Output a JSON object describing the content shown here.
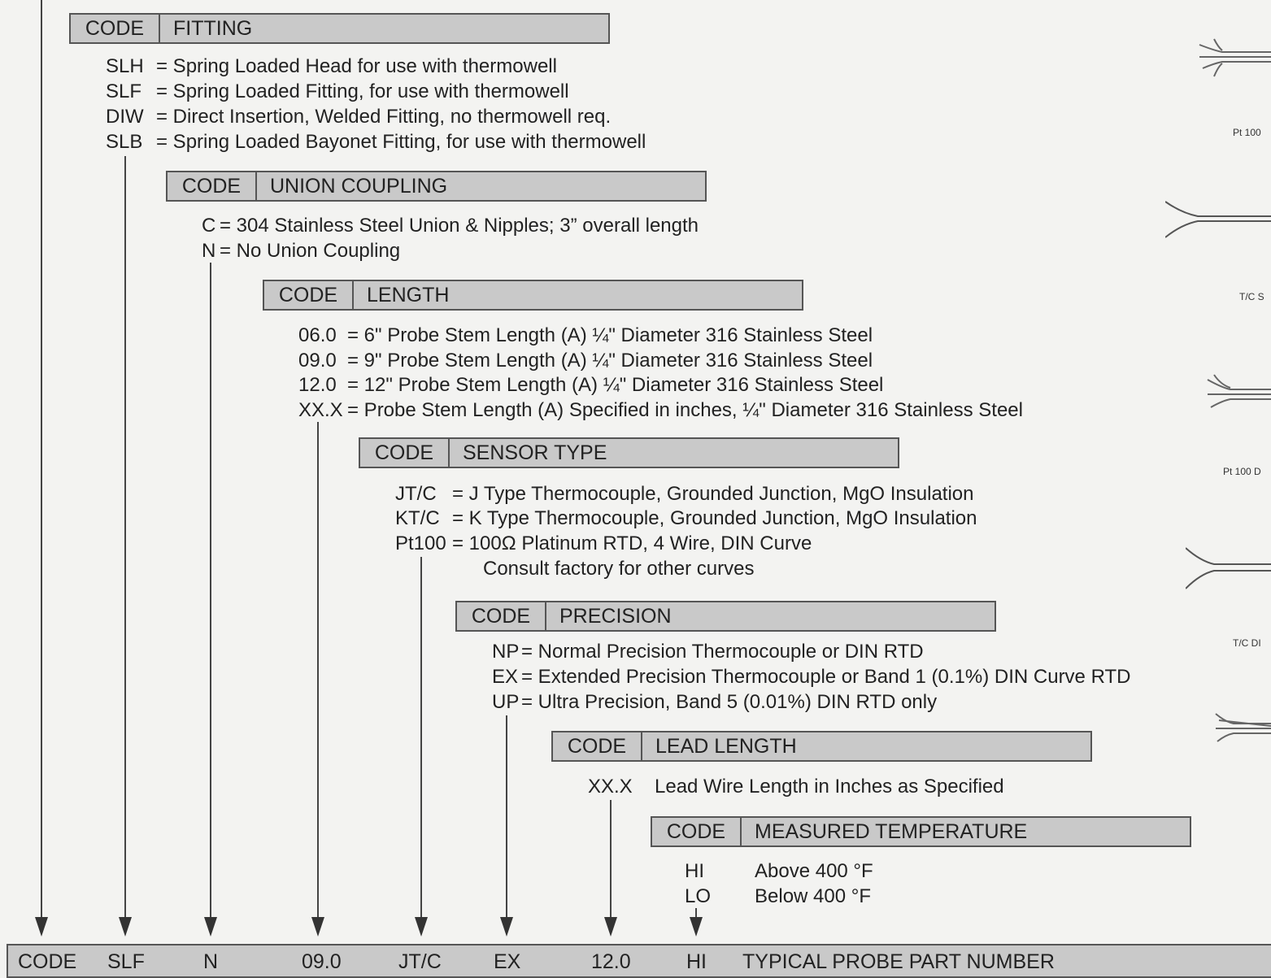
{
  "fitting": {
    "code_label": "CODE",
    "title": "FITTING",
    "options": [
      {
        "code": "SLH",
        "desc": "= Spring Loaded Head for use with thermowell"
      },
      {
        "code": "SLF",
        "desc": "= Spring Loaded Fitting, for use with thermowell"
      },
      {
        "code": "DIW",
        "desc": "= Direct Insertion, Welded Fitting, no thermowell req."
      },
      {
        "code": "SLB",
        "desc": "= Spring Loaded Bayonet Fitting, for use with thermowell"
      }
    ]
  },
  "union": {
    "code_label": "CODE",
    "title": "UNION COUPLING",
    "options": [
      {
        "code": "C",
        "desc": "= 304 Stainless Steel Union & Nipples; 3” overall length"
      },
      {
        "code": "N",
        "desc": "= No Union Coupling"
      }
    ]
  },
  "length": {
    "code_label": "CODE",
    "title": "LENGTH",
    "options": [
      {
        "code": "06.0",
        "desc": "= 6\" Probe Stem Length (A) ¼\" Diameter 316 Stainless Steel"
      },
      {
        "code": "09.0",
        "desc": "= 9\" Probe Stem Length (A) ¼\" Diameter 316 Stainless Steel"
      },
      {
        "code": "12.0",
        "desc": "= 12\" Probe Stem Length (A) ¼\" Diameter 316 Stainless Steel"
      },
      {
        "code": "XX.X",
        "desc": "= Probe Stem Length (A) Specified in inches, ¼\" Diameter 316 Stainless Steel"
      }
    ]
  },
  "sensor": {
    "code_label": "CODE",
    "title": "SENSOR TYPE",
    "options": [
      {
        "code": "JT/C",
        "desc": "= J Type Thermocouple, Grounded Junction, MgO Insulation"
      },
      {
        "code": "KT/C",
        "desc": "= K Type Thermocouple, Grounded Junction, MgO Insulation"
      },
      {
        "code": "Pt100",
        "desc": "= 100Ω Platinum RTD, 4 Wire, DIN Curve"
      }
    ],
    "note": "Consult factory for other curves"
  },
  "precision": {
    "code_label": "CODE",
    "title": "PRECISION",
    "options": [
      {
        "code": "NP",
        "desc": "= Normal Precision Thermocouple or DIN RTD"
      },
      {
        "code": "EX",
        "desc": "= Extended Precision Thermocouple or Band 1 (0.1%) DIN Curve RTD"
      },
      {
        "code": "UP",
        "desc": "= Ultra Precision, Band 5 (0.01%) DIN RTD only"
      }
    ]
  },
  "lead": {
    "code_label": "CODE",
    "title": "LEAD LENGTH",
    "options": [
      {
        "code": "XX.X",
        "desc": "Lead Wire Length in Inches as Specified"
      }
    ]
  },
  "temperature": {
    "code_label": "CODE",
    "title": "MEASURED TEMPERATURE",
    "options": [
      {
        "code": "HI",
        "desc": "Above 400 °F"
      },
      {
        "code": "LO",
        "desc": "Below 400 °F"
      }
    ]
  },
  "part_number": {
    "code": "CODE",
    "fitting": "SLF",
    "union": "N",
    "length": "09.0",
    "sensor": "JT/C",
    "precision": "EX",
    "lead": "12.0",
    "temperature": "HI",
    "label": "TYPICAL PROBE PART NUMBER"
  },
  "side_labels": [
    "Pt 100",
    "T/C S",
    "Pt 100 D",
    "T/C DI"
  ]
}
